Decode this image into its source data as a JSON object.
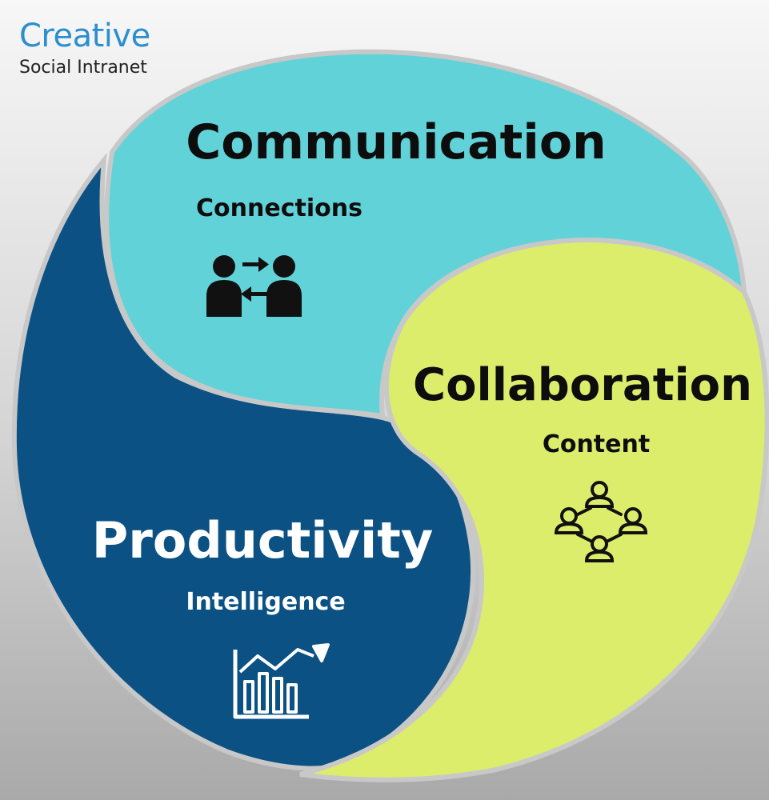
{
  "logo": {
    "brand": "Creative",
    "tagline": "Social Intranet"
  },
  "sections": {
    "communication": {
      "title": "Communication",
      "subtitle": "Connections",
      "icon": "people-exchange-icon",
      "color": "#62d2d9"
    },
    "collaboration": {
      "title": "Collaboration",
      "subtitle": "Content",
      "icon": "network-people-icon",
      "color": "#dcec6b"
    },
    "productivity": {
      "title": "Productivity",
      "subtitle": "Intelligence",
      "icon": "growth-chart-icon",
      "color": "#0b5184"
    }
  }
}
